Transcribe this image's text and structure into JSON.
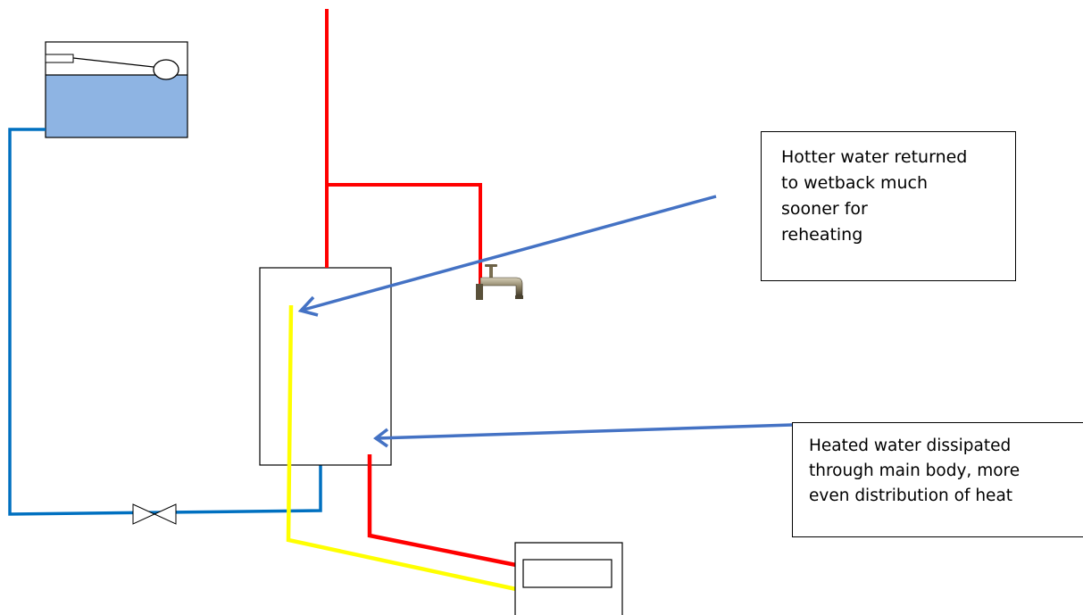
{
  "callouts": {
    "top": {
      "lines": [
        "Hotter water returned",
        "to wetback much",
        "sooner for",
        "reheating"
      ]
    },
    "bottom": {
      "lines": [
        "Heated water dissipated",
        "through main body, more",
        "even distribution of heat"
      ]
    }
  },
  "colors": {
    "hot_pipe": "#ff0000",
    "cold_pipe": "#0070c0",
    "return_pipe": "#ffff00",
    "arrow": "#4472c4",
    "tank_water": "#8eb4e3",
    "outline": "#000000"
  },
  "icons": [
    "header-tank-icon",
    "ballcock-float-icon",
    "tap-icon",
    "valve-icon",
    "wetback-icon"
  ]
}
